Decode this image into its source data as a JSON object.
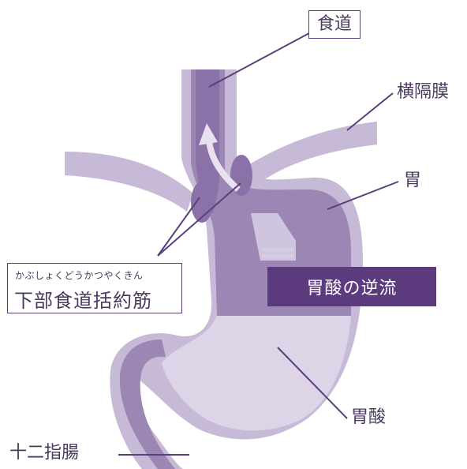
{
  "labels": {
    "esophagus": "食道",
    "diaphragm": "横隔膜",
    "stomach": "胃",
    "sphincter_reading": "かぶしょくどうかつやくきん",
    "sphincter": "下部食道括約筋",
    "reflux": "胃酸の逆流",
    "gastric_acid": "胃酸",
    "duodenum": "十二指腸"
  },
  "colors": {
    "dark_purple": "#5b3a7e",
    "mid_purple": "#9b86b4",
    "light_purple": "#c7bad6",
    "pale_purple": "#ddd4e8",
    "line": "#5b3f7a"
  }
}
